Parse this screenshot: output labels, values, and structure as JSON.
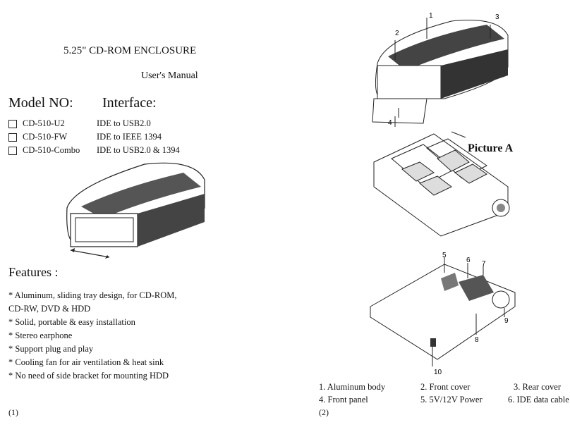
{
  "left_page": {
    "title": "5.25\" CD-ROM ENCLOSURE",
    "subtitle": "User's Manual",
    "model_header": "Model NO:",
    "interface_header": "Interface:",
    "models": [
      {
        "code": "CD-510-U2",
        "interface": "IDE to USB2.0"
      },
      {
        "code": "CD-510-FW",
        "interface": "IDE to IEEE 1394"
      },
      {
        "code": "CD-510-Combo",
        "interface": "IDE to USB2.0 & 1394"
      }
    ],
    "features_header": "Features :",
    "features": [
      "* Aluminum, sliding tray design, for CD-ROM,",
      "  CD-RW, DVD & HDD",
      "* Solid, portable & easy installation",
      "* Stereo earphone",
      "* Support plug and play",
      "* Cooling fan for air ventilation & heat sink",
      "* No need of side bracket for mounting HDD"
    ],
    "page_number": "(1)"
  },
  "right_page": {
    "picture_label": "Picture A",
    "callouts": [
      "1",
      "2",
      "3",
      "4",
      "5",
      "6",
      "7",
      "8",
      "9",
      "10"
    ],
    "legend_row1": [
      "1. Aluminum body",
      "2. Front cover",
      "3. Rear cover"
    ],
    "legend_row2": [
      "4. Front panel",
      "5. 5V/12V Power",
      "6. IDE data cable"
    ],
    "page_number": "(2)"
  }
}
